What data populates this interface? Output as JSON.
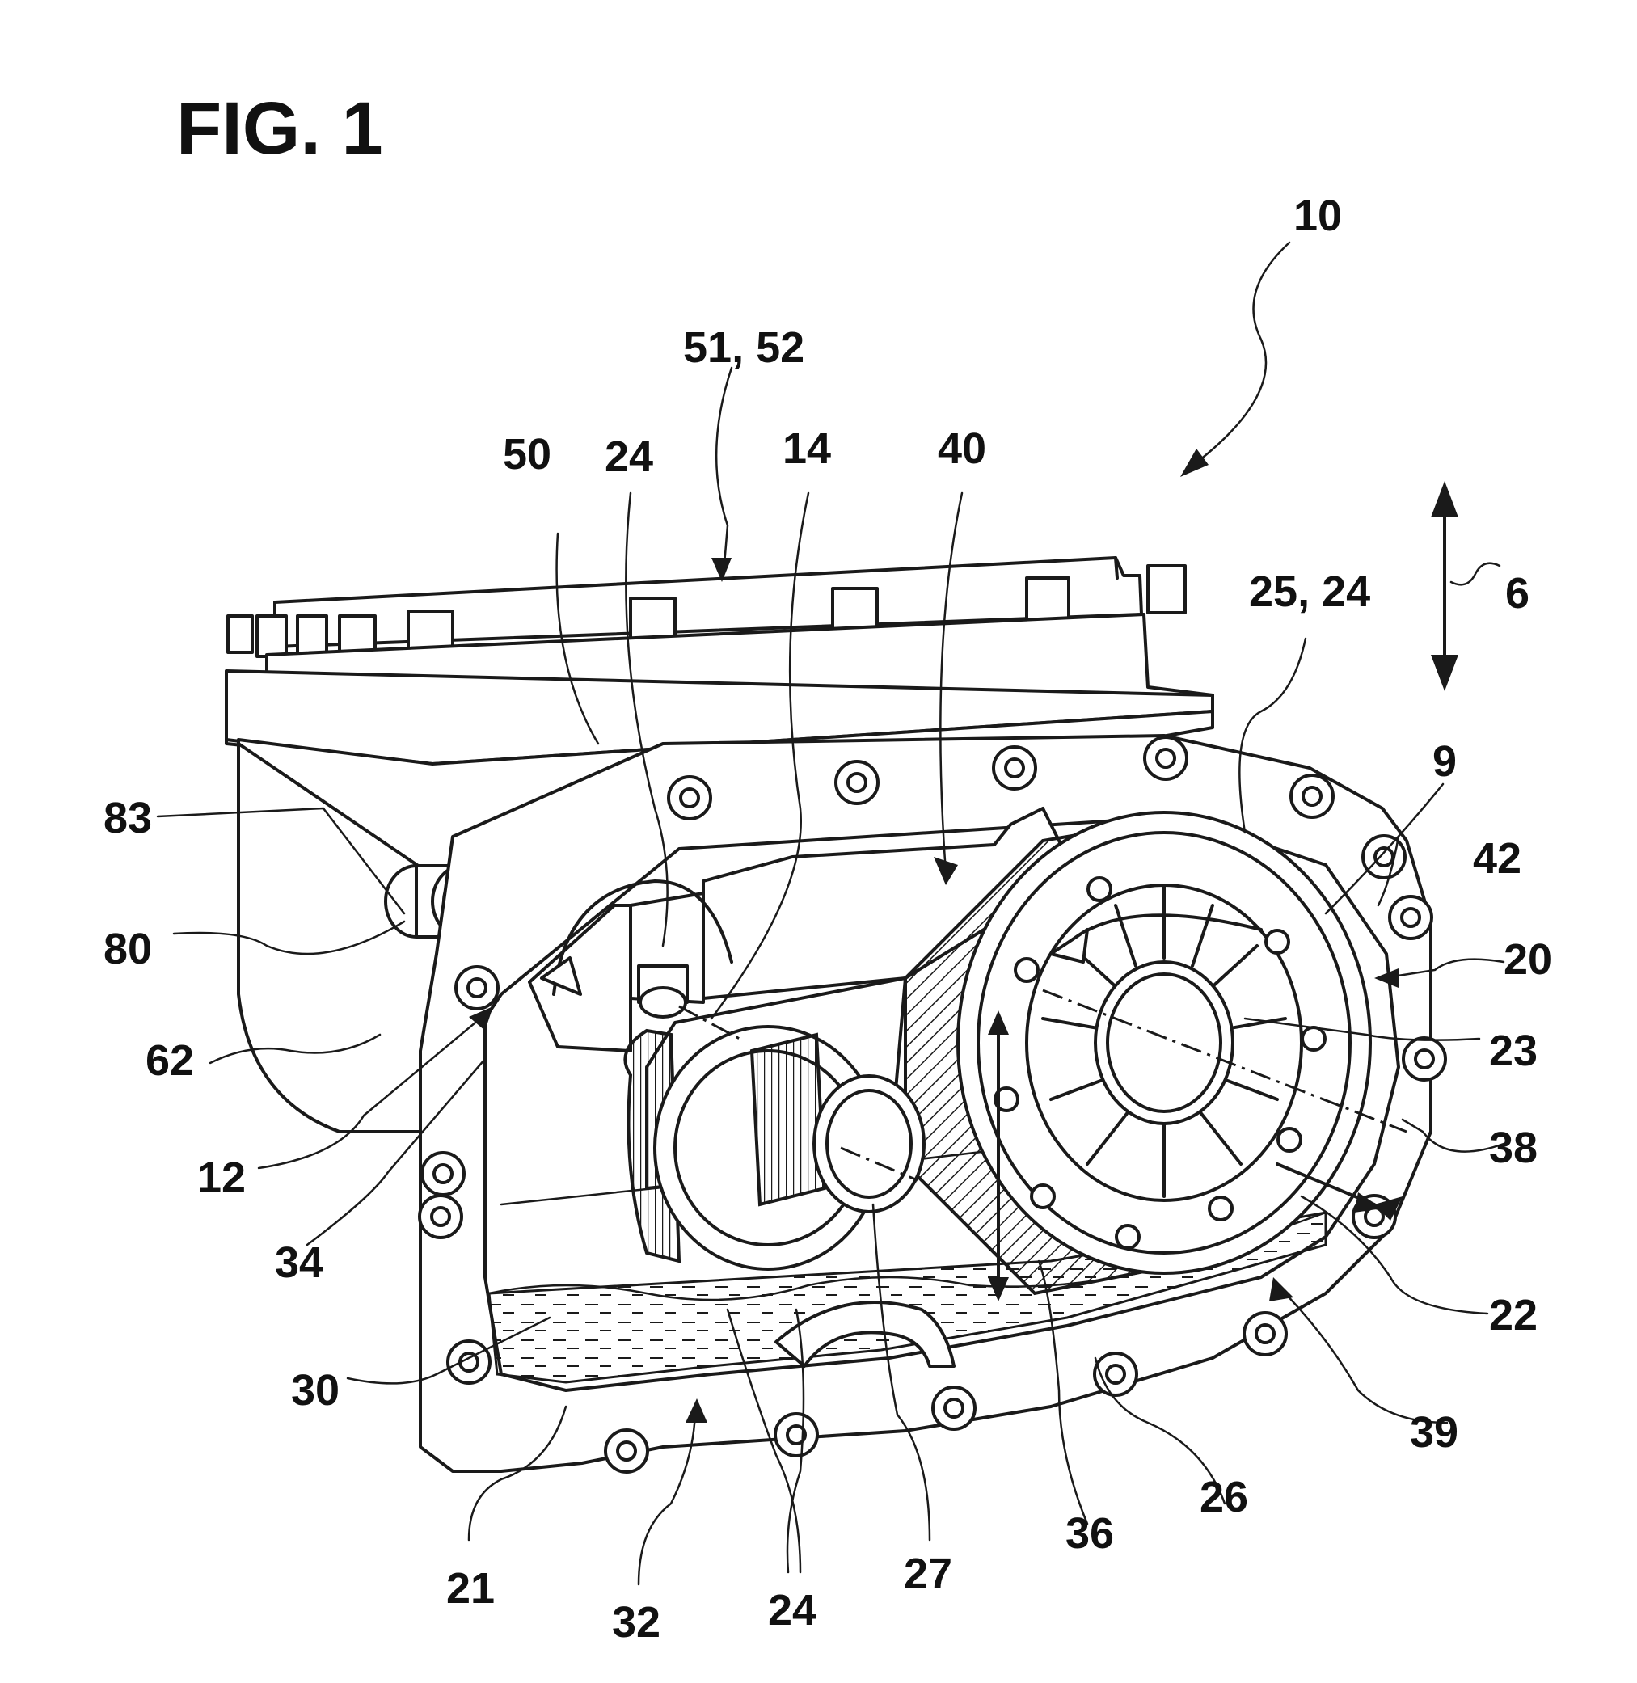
{
  "figure": {
    "title": "FIG. 1"
  },
  "labels": {
    "l10": "10",
    "l51_52": "51, 52",
    "l50": "50",
    "l24_top": "24",
    "l14": "14",
    "l40": "40",
    "l25_24": "25, 24",
    "l6": "6",
    "l9": "9",
    "l42": "42",
    "l83": "83",
    "l80": "80",
    "l20": "20",
    "l62": "62",
    "l23": "23",
    "l38": "38",
    "l12": "12",
    "l34": "34",
    "l22": "22",
    "l30": "30",
    "l39": "39",
    "l26": "26",
    "l36": "36",
    "l21": "21",
    "l27": "27",
    "l24_bottom": "24",
    "l32": "32"
  },
  "colors": {
    "line": "#1a1a1a",
    "background": "#ffffff"
  }
}
